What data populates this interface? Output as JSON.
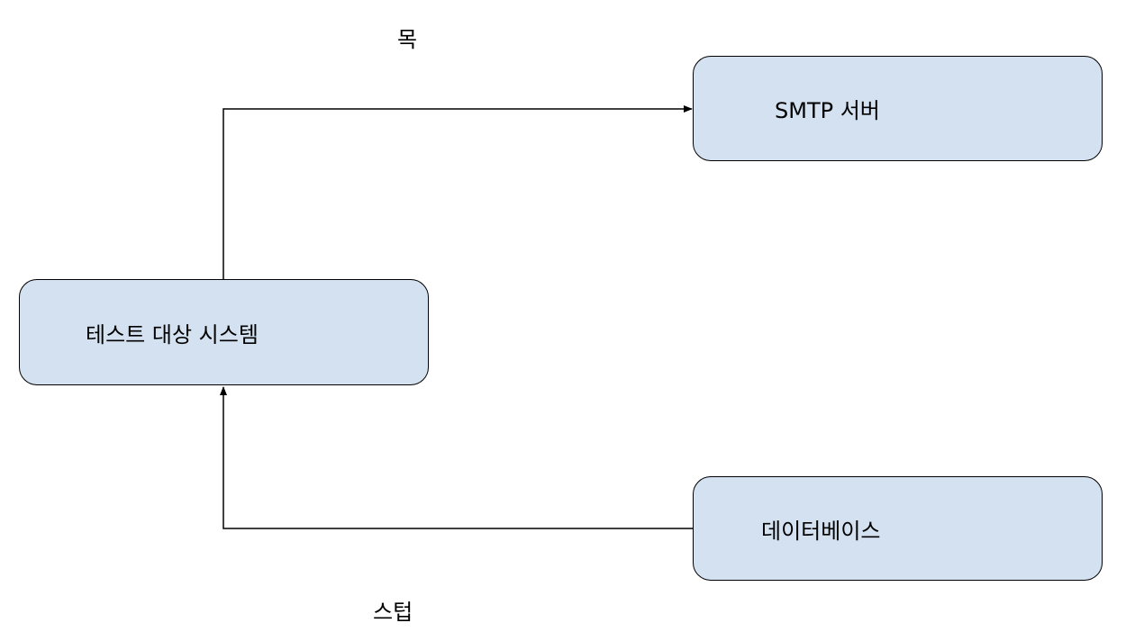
{
  "diagram": {
    "nodes": {
      "system_under_test": "테스트 대상 시스템",
      "smtp_server": "SMTP 서버",
      "database": "데이터베이스"
    },
    "edge_labels": {
      "mock": "목",
      "stub": "스텁"
    },
    "edges": [
      {
        "from": "system_under_test",
        "to": "smtp_server",
        "label": "mock"
      },
      {
        "from": "database",
        "to": "system_under_test",
        "label": "stub"
      }
    ],
    "colors": {
      "node_fill": "#d3e1f0",
      "stroke": "#000000",
      "background": "#ffffff"
    }
  }
}
